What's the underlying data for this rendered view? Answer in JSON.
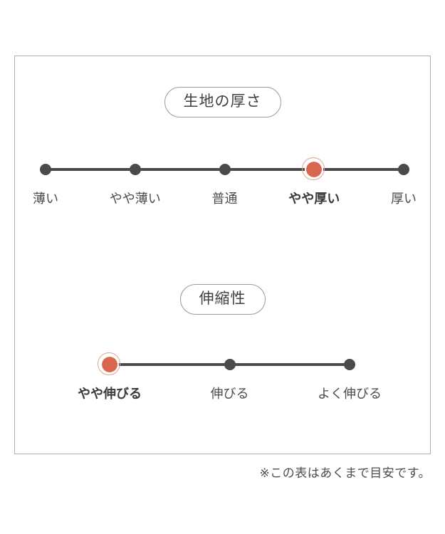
{
  "panel": {
    "sections": [
      {
        "id": "fabric-thickness",
        "title": "生地の厚さ",
        "options": [
          "薄い",
          "やや薄い",
          "普通",
          "やや厚い",
          "厚い"
        ],
        "selected_index": 3,
        "selected_label": "やや厚い"
      },
      {
        "id": "stretchiness",
        "title": "伸縮性",
        "options": [
          "やや伸びる",
          "伸びる",
          "よく伸びる"
        ],
        "selected_index": 0,
        "selected_label": "やや伸びる"
      }
    ]
  },
  "footnote": "※この表はあくまで目安です。",
  "colors": {
    "active_dot": "#d9674f",
    "active_ring": "#e2a394",
    "dot": "#4a4a4a",
    "track": "#4a4a4a",
    "panel_border": "#b0b0b0",
    "pill_border": "#9a9a9a",
    "text": "#4d4d4d"
  }
}
